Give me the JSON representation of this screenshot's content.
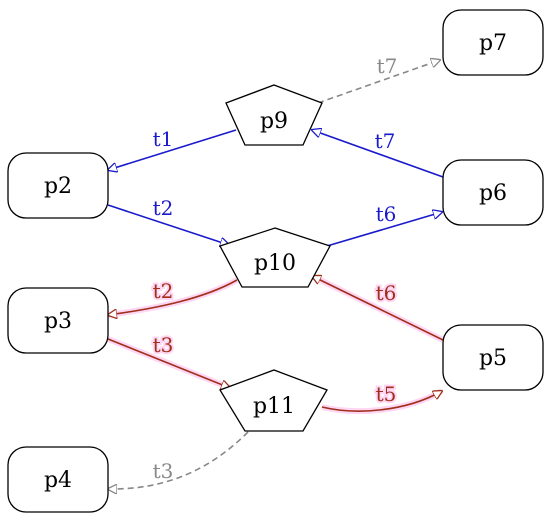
{
  "colors": {
    "blue": "#1a1acc",
    "red": "#a0301a",
    "gray": "#888888",
    "highlight": "#ffd6f4",
    "outline": "#000000"
  },
  "nodes": {
    "p7": "p7",
    "p9": "p9",
    "p2": "p2",
    "p6": "p6",
    "p10": "p10",
    "p3": "p3",
    "p5": "p5",
    "p11": "p11",
    "p4": "p4"
  },
  "edges": {
    "p9_p7": "t7",
    "p9_p2": "t1",
    "p6_p9": "t7",
    "p2_p10": "t2",
    "p10_p6": "t6",
    "p10_p3": "t2",
    "p5_p10": "t6",
    "p3_p11": "t3",
    "p11_p5": "t5",
    "p11_p4": "t3"
  }
}
